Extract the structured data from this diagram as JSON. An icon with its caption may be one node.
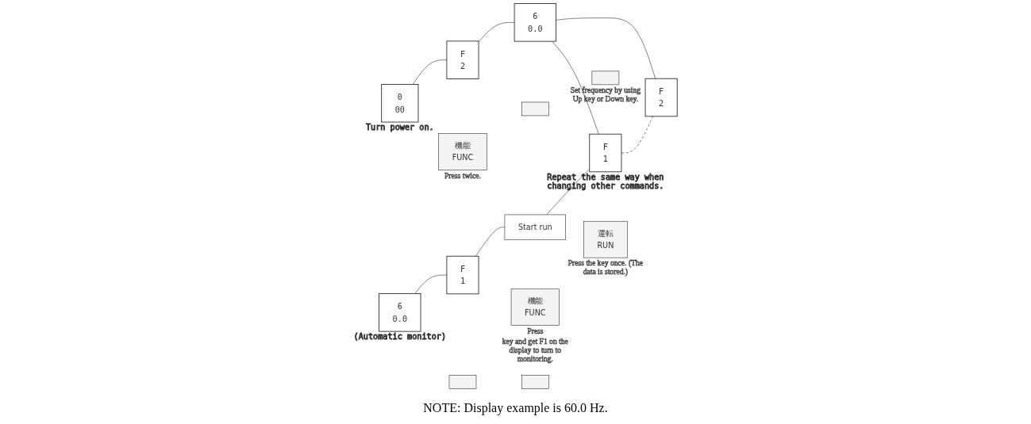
{
  "diagram": {
    "nodes": [
      {
        "text": [
          "0",
          "00"
        ],
        "beside": [
          "Turn power on."
        ]
      },
      {
        "text": [
          "機能",
          "FUNC"
        ],
        "beside": [
          "Press twice."
        ]
      },
      {
        "text": [
          "F",
          "2"
        ]
      },
      {
        "text": [],
        "shape": "box"
      },
      {
        "text": [],
        "shape": "box",
        "beside": [
          "Set frequency by using Up key or Down key."
        ]
      },
      {
        "text": [
          "6",
          "0.0"
        ]
      },
      {
        "text": [
          "F",
          "2"
        ]
      },
      {
        "text": [
          "6",
          "0.0"
        ],
        "beside": [
          "(Automatic monitor)"
        ]
      },
      {
        "text": [],
        "shape": "box"
      },
      {
        "text": [],
        "shape": "box"
      },
      {
        "text": [
          "F",
          "1"
        ]
      },
      {
        "text": [
          "機能",
          "FUNC"
        ],
        "beside": [
          "Press",
          "key and get F1 on the display to turn to monitoring."
        ]
      },
      {
        "text": [
          "Start run"
        ]
      },
      {
        "text": [
          "運転",
          "RUN"
        ],
        "beside": [
          "Press the key once. (The data is stored.)"
        ]
      },
      {
        "text": [
          "F",
          "1"
        ],
        "beside": [
          "Repeat the same way when changing other commands."
        ]
      }
    ],
    "edges": [
      {
        "from": 0,
        "to": 2,
        "arrow": "none"
      },
      {
        "from": 2,
        "to": 5,
        "arrow": "none"
      },
      {
        "from": 5,
        "to": 6,
        "arrow": "none"
      },
      {
        "from": 5,
        "to": 14,
        "arrow": "none"
      },
      {
        "from": 7,
        "to": 10,
        "arrow": "none"
      },
      {
        "from": 10,
        "to": 12,
        "arrow": "none"
      },
      {
        "from": 12,
        "to": 14,
        "arrow": "none"
      },
      {
        "from": 14,
        "to": 6,
        "arrow": "none",
        "style": "dashed"
      }
    ],
    "labels": [
      "NOTE: Display example is 60.0 Hz."
    ]
  }
}
